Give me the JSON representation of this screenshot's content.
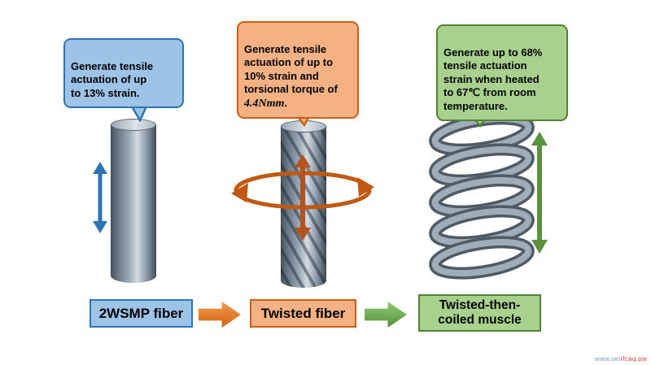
{
  "stages": [
    {
      "label": "2WSMP fiber",
      "callout": "Generate tensile\nactuation of up\nto 13% strain."
    },
    {
      "label": "Twisted fiber",
      "callout_before": "Generate tensile\nactuation of up to\n10% strain and\ntorsional torque of\n",
      "callout_math": "4.4Nmm",
      "callout_after": "."
    },
    {
      "label": "Twisted-then-\ncoiled muscle",
      "callout": "Generate up to 68%\ntensile actuation\nstrain when heated\nto 67℃ from room\ntemperature."
    }
  ],
  "colors": {
    "blue_fill": "#9DC3E6",
    "blue_border": "#2E75B6",
    "orange_fill": "#F4B183",
    "orange_border": "#CC5F15",
    "green_fill": "#A9D18E",
    "green_border": "#538135",
    "fiber_gray": "#9AA9B7"
  },
  "icons": {
    "tensile_blue": "vertical-double-arrow",
    "tensile_orange": "vertical-double-arrow",
    "torsion_orange": "rotation-ellipse-arrows",
    "tensile_green": "vertical-double-arrow",
    "process_step": "block-arrow-right"
  },
  "watermark": {
    "part1": "www.sei",
    "part2": "rfcaq.pw"
  }
}
